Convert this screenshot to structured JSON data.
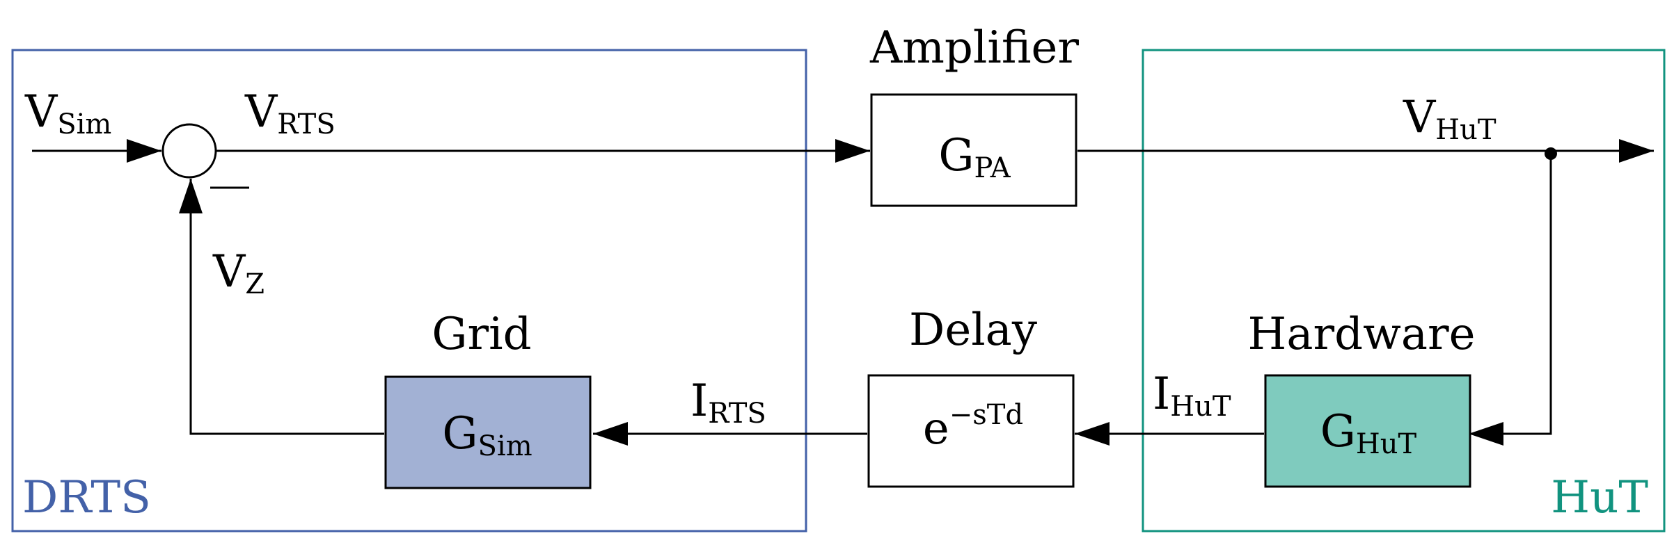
{
  "colors": {
    "drts": "#4361A8",
    "hut": "#11937F",
    "grid_block": "#A2B1D4",
    "hardware_block": "#7FCBBE",
    "line": "#000000"
  },
  "regions": {
    "drts": "DRTS",
    "hut": "HuT"
  },
  "blocks": {
    "amplifier": {
      "title": "Amplifier",
      "main": "G",
      "sub": "PA",
      "kind": "subscript"
    },
    "grid": {
      "title": "Grid",
      "main": "G",
      "sub": "Sim",
      "kind": "subscript"
    },
    "delay": {
      "title": "Delay",
      "main": "e",
      "sub": "−sTd",
      "kind": "superscript"
    },
    "hardware": {
      "title": "Hardware",
      "main": "G",
      "sub": "HuT",
      "kind": "subscript"
    }
  },
  "signals": {
    "v_sim": {
      "main": "V",
      "sub": "Sim"
    },
    "v_rts": {
      "main": "V",
      "sub": "RTS"
    },
    "v_hut": {
      "main": "V",
      "sub": "HuT"
    },
    "v_z": {
      "main": "V",
      "sub": "Z"
    },
    "i_rts": {
      "main": "I",
      "sub": "RTS"
    },
    "i_hut": {
      "main": "I",
      "sub": "HuT"
    }
  },
  "summing_junction": {
    "sign": "−"
  }
}
